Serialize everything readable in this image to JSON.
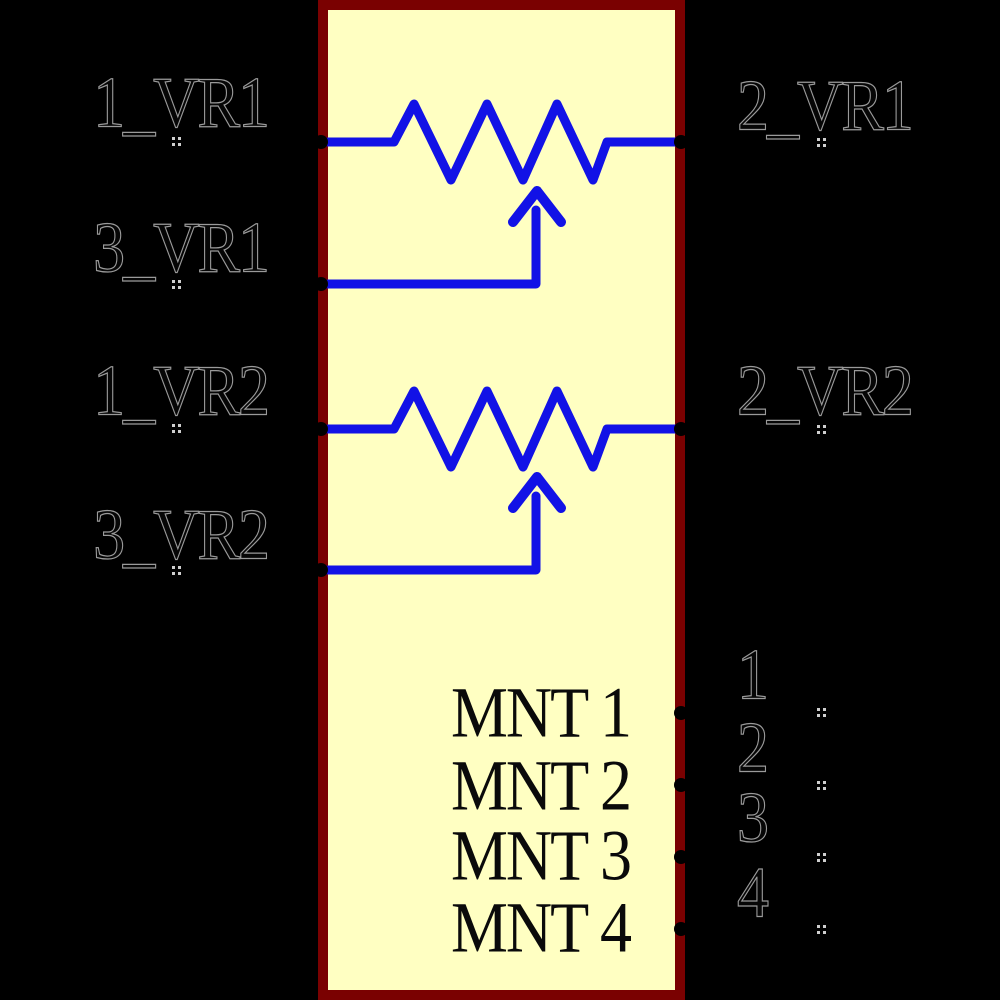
{
  "component": {
    "kind": "dual-potentiometer-symbol",
    "colors": {
      "background": "#000000",
      "body_fill": "#FFFFC2",
      "body_border": "#7A0101",
      "wire": "#1212E6",
      "label_outline": "#9A9A9A",
      "label_fill": "#060606",
      "inner_text": "#0A0A0A",
      "pin_marker": "#CFCFCF",
      "pin_dot": "#000000"
    }
  },
  "pins": {
    "left": [
      {
        "name": "1_VR1"
      },
      {
        "name": "3_VR1"
      },
      {
        "name": "1_VR2"
      },
      {
        "name": "3_VR2"
      }
    ],
    "right": [
      {
        "name": "2_VR1"
      },
      {
        "name": "2_VR2"
      }
    ],
    "mount": [
      {
        "name": "MNT 1",
        "number": "1"
      },
      {
        "name": "MNT 2",
        "number": "2"
      },
      {
        "name": "MNT 3",
        "number": "3"
      },
      {
        "name": "MNT 4",
        "number": "4"
      }
    ]
  }
}
